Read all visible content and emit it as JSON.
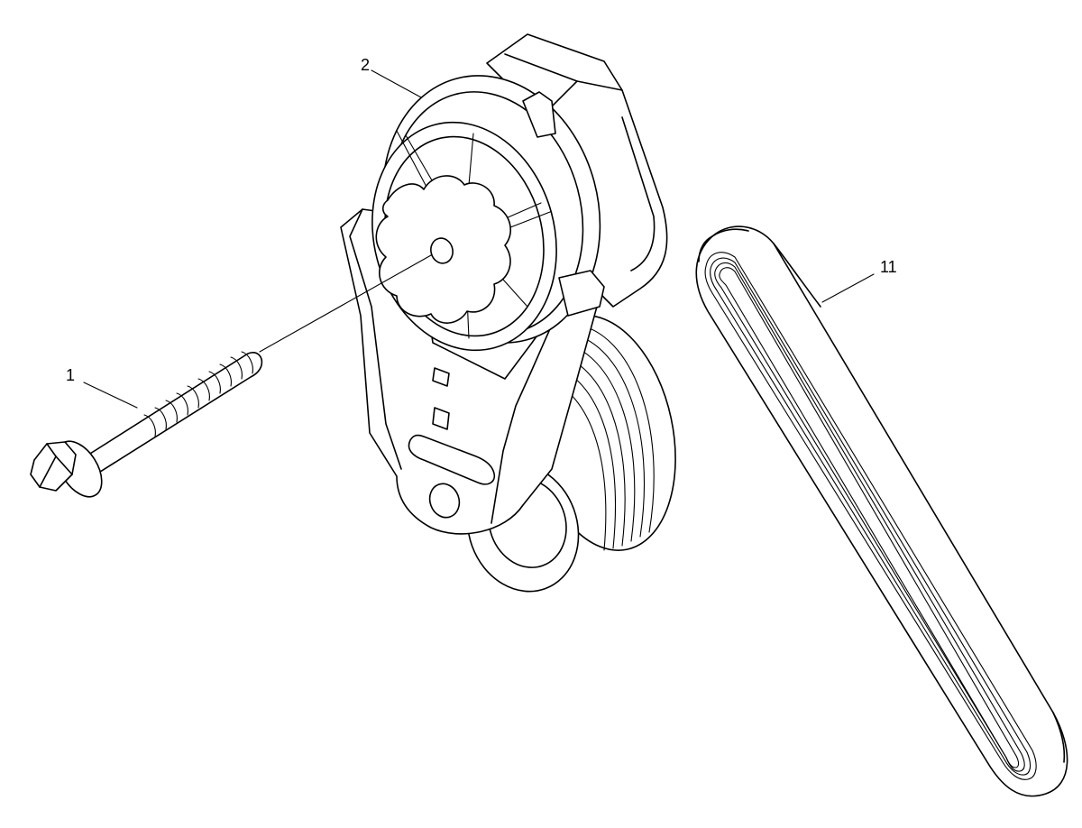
{
  "diagram": {
    "callouts": [
      {
        "label": "1"
      },
      {
        "label": "2"
      },
      {
        "label": "11"
      }
    ],
    "parts": [
      {
        "callout": "1",
        "icon": "bolt-icon"
      },
      {
        "callout": "2",
        "icon": "tensioner-pulley-icon"
      },
      {
        "callout": "11",
        "icon": "ribbed-belt-icon"
      }
    ],
    "colors": {
      "line": "#000000",
      "background": "#ffffff"
    }
  }
}
